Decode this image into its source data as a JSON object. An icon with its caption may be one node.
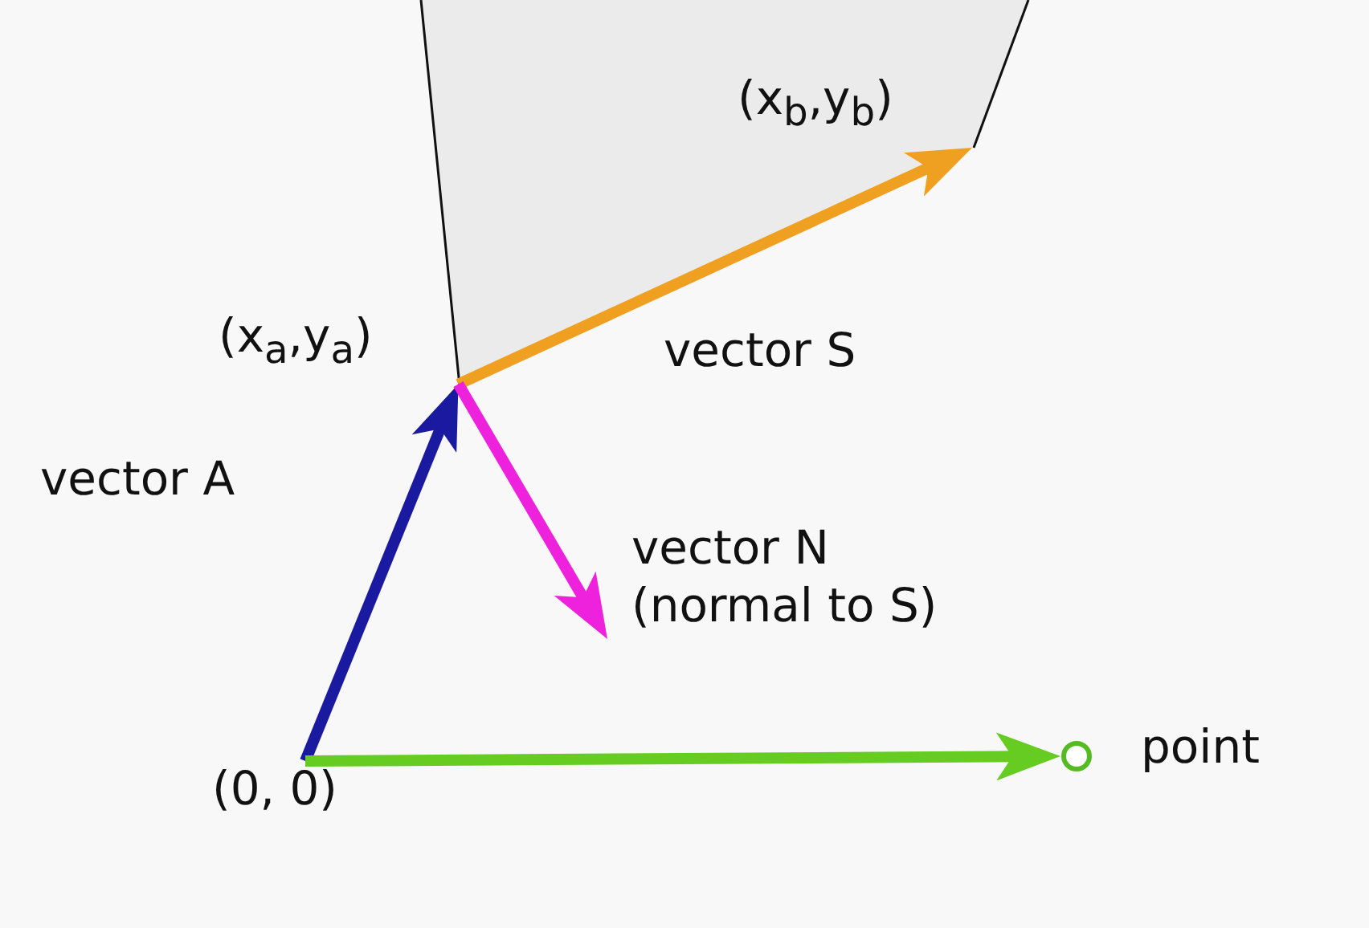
{
  "diagram": {
    "nodes": [
      {
        "text": [
          "(0, 0)"
        ]
      },
      {
        "text": [
          "(x$_{a}$,y$_{a}$)"
        ]
      },
      {
        "text": [
          "(x$_{b}$,y$_{b}$)"
        ]
      },
      {
        "text": [],
        "shape": "circle",
        "beside": [
          "point"
        ]
      }
    ],
    "edges": [
      {
        "from": 0,
        "to": 1,
        "arrow": "to",
        "label": "vector A",
        "color": "#1a1aa0"
      },
      {
        "from": 1,
        "to": 2,
        "arrow": "to",
        "label": "vector S",
        "color": "#f0a020"
      },
      {
        "from": 1,
        "to": null,
        "arrow": "to",
        "label": "vector N (normal to S)",
        "color": "#ee22dd"
      },
      {
        "from": 0,
        "to": 3,
        "arrow": "to",
        "color": "#66cc22"
      }
    ]
  }
}
